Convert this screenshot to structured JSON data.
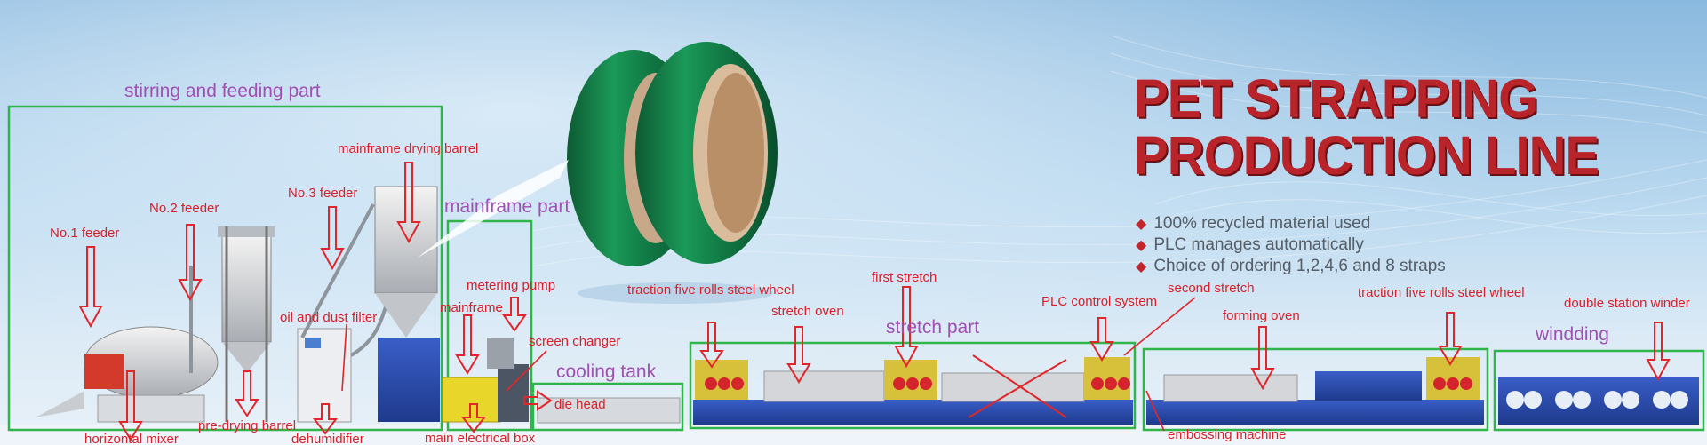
{
  "title": {
    "line1": "PET STRAPPING",
    "line2": "PRODUCTION LINE"
  },
  "features": [
    "100% recycled material used",
    "PLC manages automatically",
    "Choice of ordering 1,2,4,6 and 8 straps"
  ],
  "sections": {
    "stirring": "stirring and feeding part",
    "mainframe": "mainframe part",
    "cooling": "cooling tank",
    "stretch": "stretch part",
    "winding": "windding"
  },
  "labels": {
    "no1_feeder": "No.1 feeder",
    "no2_feeder": "No.2 feeder",
    "no3_feeder": "No.3 feeder",
    "mainframe_drying_barrel": "mainframe drying barrel",
    "oil_dust_filter": "oil and dust filter",
    "metering_pump": "metering pump",
    "mainframe": "mainframe",
    "screen_changer": "screen changer",
    "die_head": "die head",
    "horizontal_mixer": "horizontal mixer",
    "pre_drying_barrel": "pre-drying barrel",
    "dehumidifier": "dehumidifier",
    "main_electrical_box": "main electrical box",
    "traction_1": "traction five rolls steel wheel",
    "stretch_oven": "stretch oven",
    "first_stretch": "first stretch",
    "plc_control": "PLC control system",
    "second_stretch": "second stretch",
    "forming_oven": "forming oven",
    "traction_2": "traction five rolls steel wheel",
    "double_winder": "double station winder",
    "embossing": "embossing machine"
  },
  "colors": {
    "label": "#d9202a",
    "section": "#a04fb3",
    "frame": "#2fb54a",
    "title": "#b8242a",
    "strap": "#127a45"
  }
}
